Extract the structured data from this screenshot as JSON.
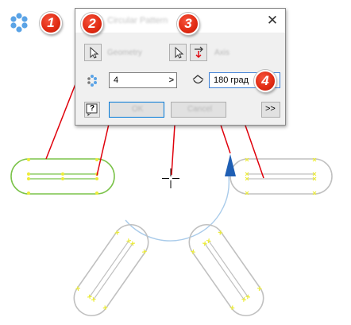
{
  "dialog": {
    "title": "Circular Pattern",
    "geometry_label": "Geometry",
    "axis_label": "Axis",
    "count_value": "4",
    "angle_value": "180 град",
    "ok_label": "OK",
    "cancel_label": "Cancel",
    "more_label": ">>",
    "close_label": "✕",
    "count_arrow": ">",
    "help_label": "?"
  },
  "badges": [
    "1",
    "2",
    "3",
    "4"
  ],
  "colors": {
    "badge_red": "#e02a12",
    "selected_green": "#7bc34a",
    "leader_red": "#e0000b",
    "axis_blue": "#1f5fb4",
    "arc_blue": "#a9cbea",
    "ghost_gray": "#c0c0c0",
    "point_yellow": "#ecec39"
  },
  "icons": {
    "pattern": "circular-pattern-icon",
    "select_geometry": "select-arrow-icon",
    "select_axis": "select-arrow-icon",
    "flip": "flip-direction-icon",
    "count": "pattern-count-icon",
    "angle": "angle-icon",
    "help": "help-icon"
  }
}
